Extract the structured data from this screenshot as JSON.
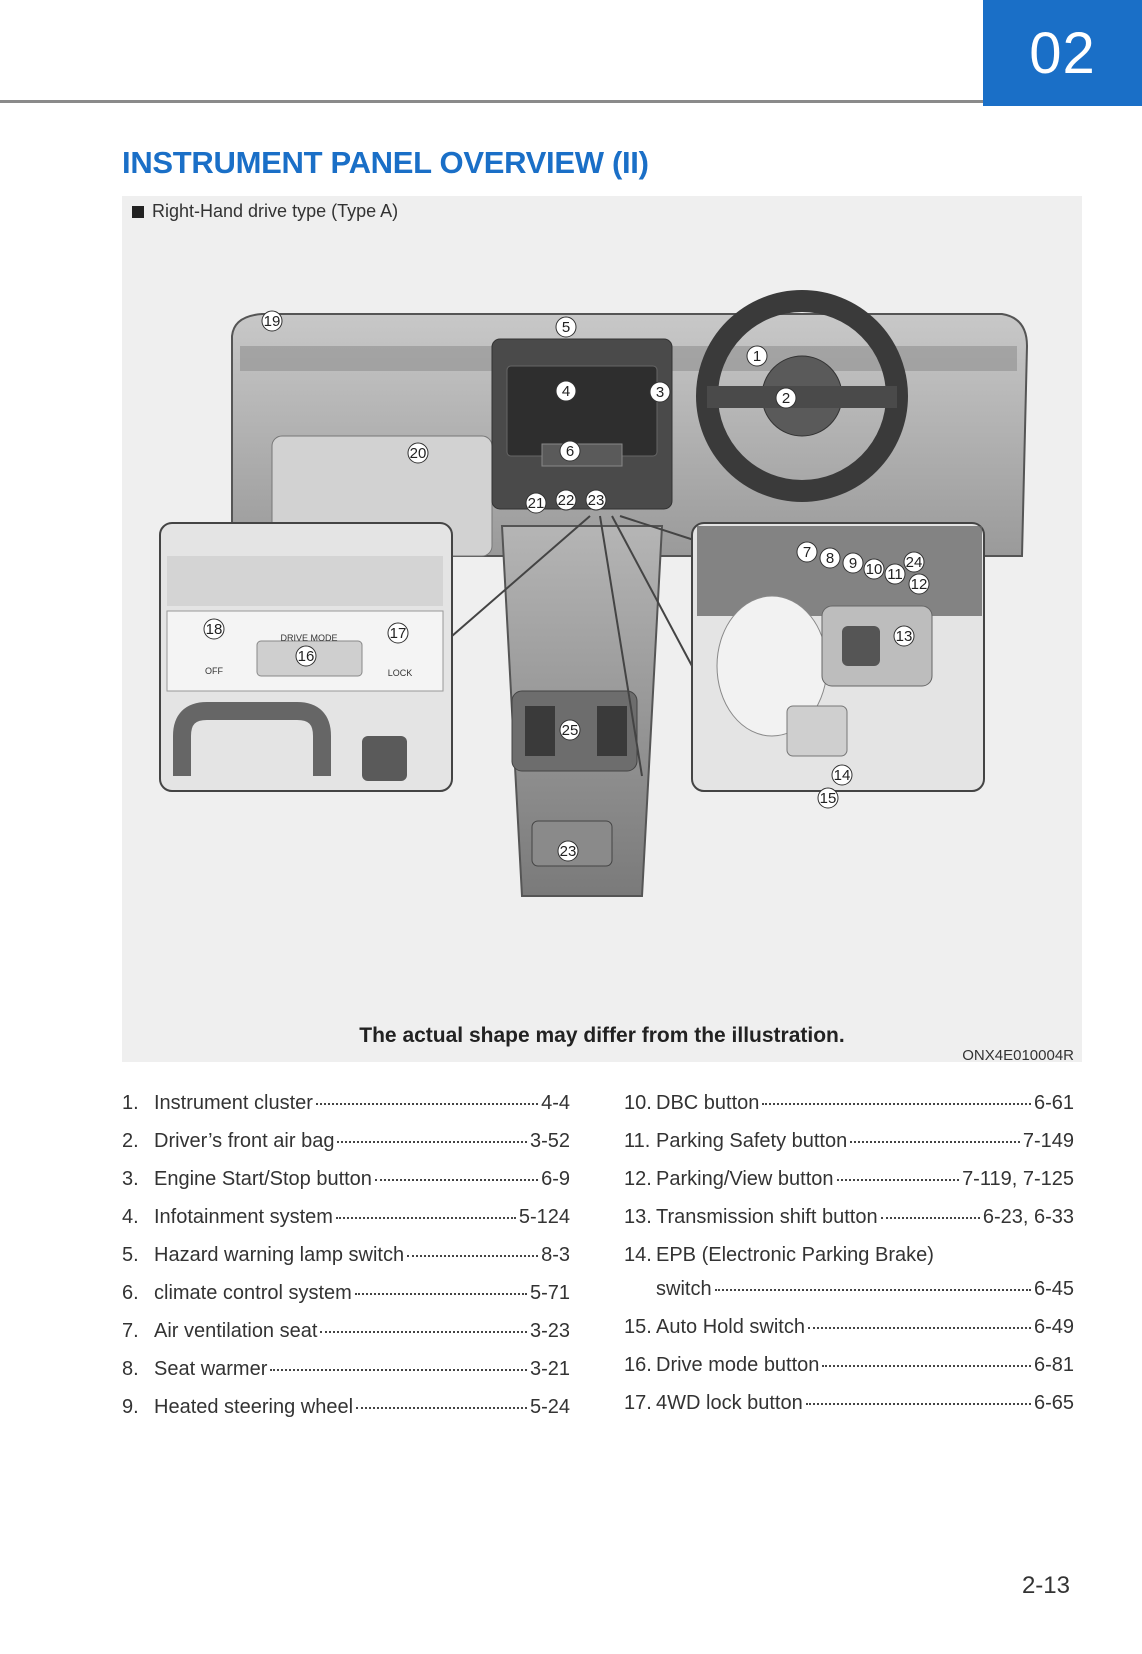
{
  "chapter": "02",
  "title": "INSTRUMENT PANEL OVERVIEW (II)",
  "figure": {
    "caption": "Right-Hand drive type (Type A)",
    "note": "The actual shape may differ from the illustration.",
    "code": "ONX4E010004R",
    "callouts": [
      "1",
      "2",
      "3",
      "4",
      "5",
      "6",
      "7",
      "8",
      "9",
      "10",
      "11",
      "12",
      "13",
      "14",
      "15",
      "16",
      "17",
      "18",
      "19",
      "20",
      "21",
      "22",
      "23",
      "24",
      "25"
    ],
    "inset_labels": {
      "drive_mode": "DRIVE MODE",
      "lock": "LOCK",
      "off": "OFF"
    }
  },
  "list_left": [
    {
      "num": "1.",
      "label": "Instrument cluster",
      "page": "4-4"
    },
    {
      "num": "2.",
      "label": "Driver’s front air bag",
      "page": "3-52"
    },
    {
      "num": "3.",
      "label": "Engine Start/Stop button",
      "page": "6-9"
    },
    {
      "num": "4.",
      "label": "Infotainment system",
      "page": "5-124"
    },
    {
      "num": "5.",
      "label": "Hazard warning lamp switch",
      "page": "8-3"
    },
    {
      "num": "6.",
      "label": "climate control system",
      "page": "5-71"
    },
    {
      "num": "7.",
      "label": "Air ventilation seat",
      "page": "3-23"
    },
    {
      "num": "8.",
      "label": "Seat warmer",
      "page": "3-21"
    },
    {
      "num": "9.",
      "label": "Heated steering wheel",
      "page": "5-24"
    }
  ],
  "list_right": [
    {
      "num": "10.",
      "label": "DBC button",
      "page": "6-61"
    },
    {
      "num": "11.",
      "label": "Parking Safety button",
      "page": "7-149"
    },
    {
      "num": "12.",
      "label": "Parking/View button",
      "page": "7-119, 7-125"
    },
    {
      "num": "13.",
      "label": "Transmission shift button",
      "page": "6-23, 6-33"
    },
    {
      "num": "14.",
      "label": "EPB (Electronic Parking Brake)",
      "label2": "switch",
      "page": "6-45"
    },
    {
      "num": "15.",
      "label": "Auto Hold switch",
      "page": "6-49"
    },
    {
      "num": "16.",
      "label": "Drive mode button",
      "page": "6-81"
    },
    {
      "num": "17.",
      "label": "4WD lock button",
      "page": "6-65"
    }
  ],
  "page_number": "2-13",
  "colors": {
    "accent": "#1a6fc7"
  }
}
